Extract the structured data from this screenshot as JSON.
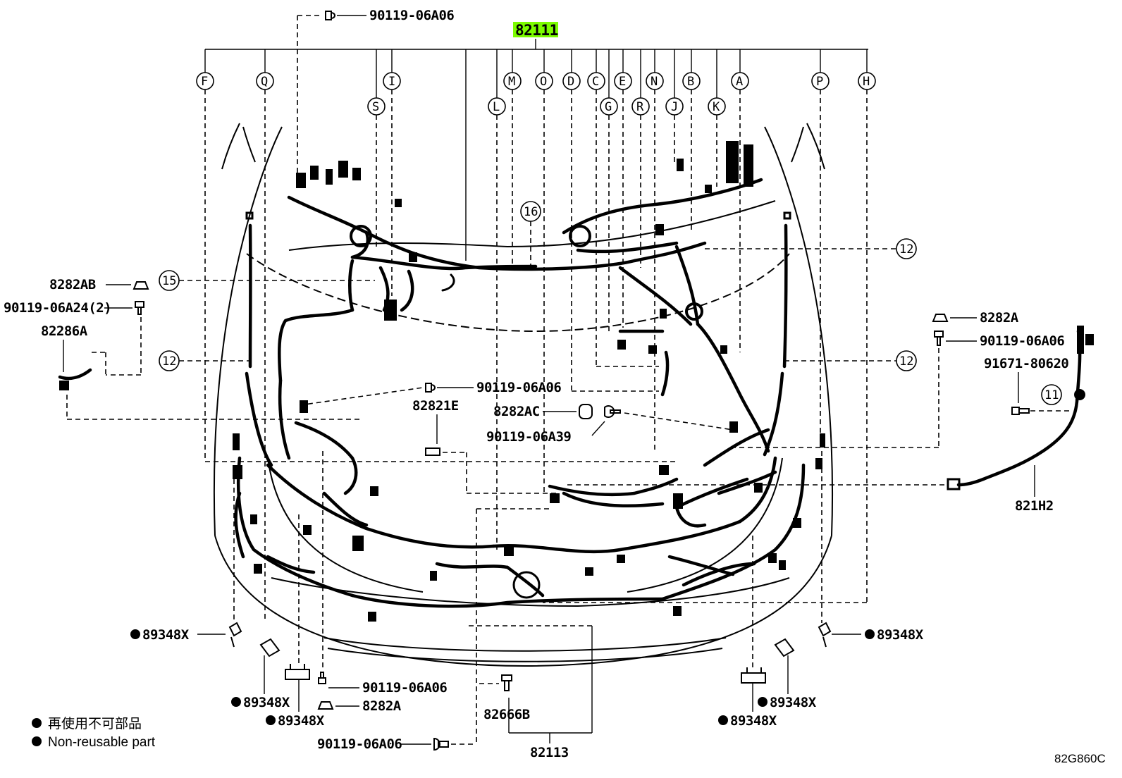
{
  "diagram": {
    "main_assembly": "82111",
    "callout_letters_top": [
      "F",
      "Q",
      "I",
      "M",
      "O",
      "D",
      "C",
      "E",
      "N",
      "B",
      "A",
      "P",
      "H"
    ],
    "callout_letters_second": [
      "S",
      "L",
      "G",
      "R",
      "J",
      "K"
    ],
    "callout_numbers": {
      "n16": "16",
      "n15": "15",
      "n12a": "12",
      "n12b": "12",
      "n12c": "12",
      "n11": "11"
    },
    "part_numbers": {
      "p_90119_06A06_top": "90119-06A06",
      "p_8282AB": "8282AB",
      "p_90119_06A24": "90119-06A24(2)",
      "p_82286A": "82286A",
      "p_90119_06A06_mid": "90119-06A06",
      "p_82821E": "82821E",
      "p_8282AC": "8282AC",
      "p_90119_06A39": "90119-06A39",
      "p_8282A_right": "8282A",
      "p_90119_06A06_right": "90119-06A06",
      "p_91671_80620": "91671-80620",
      "p_821H2": "821H2",
      "p_89348X_left": "89348X",
      "p_89348X_right": "89348X",
      "p_89348X_bl1": "89348X",
      "p_89348X_bl2": "89348X",
      "p_89348X_br1": "89348X",
      "p_89348X_br2": "89348X",
      "p_90119_06A06_bot": "90119-06A06",
      "p_8282A_bot": "8282A",
      "p_82666B": "82666B",
      "p_90119_06A06_bottom": "90119-06A06",
      "p_82113": "82113"
    },
    "legend": {
      "jp": "再使用不可部品",
      "en": "Non-reusable part"
    },
    "figure_code": "82G860C",
    "highlight_color": "#7CFC00"
  }
}
